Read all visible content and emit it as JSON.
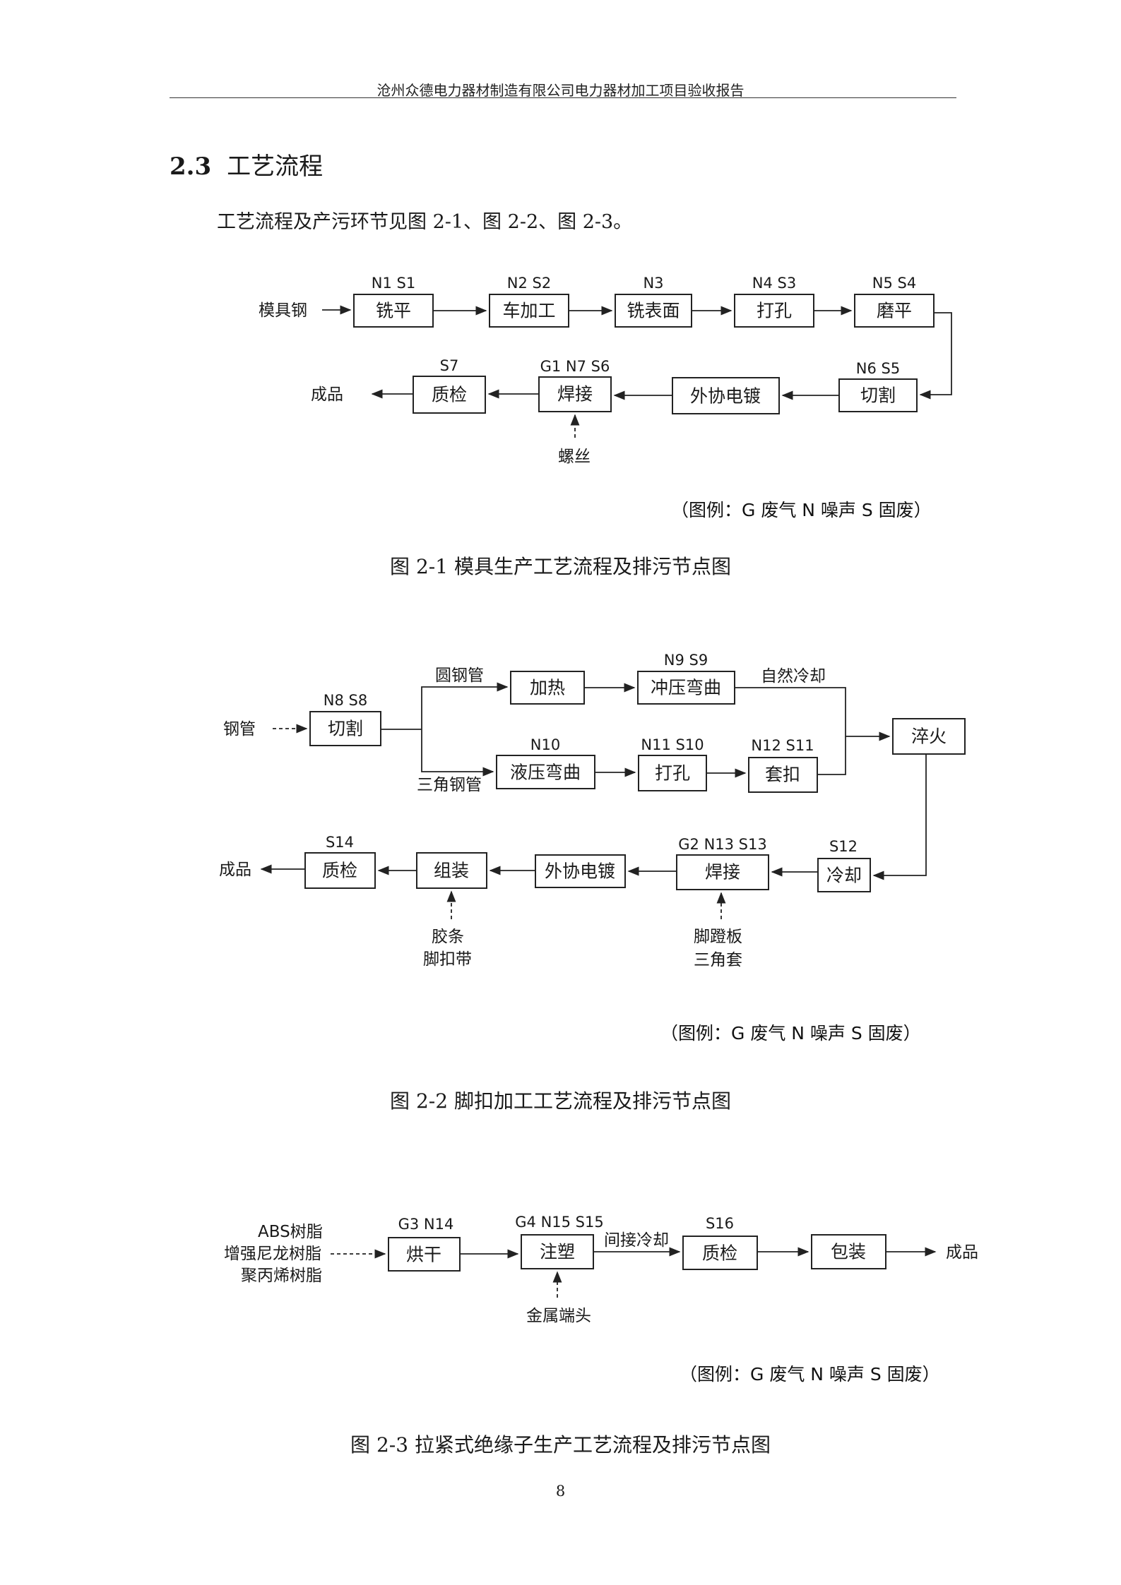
{
  "header": {
    "title": "沧州众德电力器材制造有限公司电力器材加工项目验收报告"
  },
  "section": {
    "number": "2.3",
    "title": "工艺流程"
  },
  "intro": "工艺流程及产污环节见图 2-1、图 2-2、图 2-3。",
  "figures": [
    {
      "caption": "图 2-1  模具生产工艺流程及排污节点图",
      "legend": "（图例：G 废气    N 噪声    S 固废）",
      "inputs": {
        "raw": "模具钢",
        "aux": "螺丝"
      },
      "output": "成品",
      "nodes": [
        {
          "id": "n1",
          "label": "铣平",
          "tags": "N1  S1"
        },
        {
          "id": "n2",
          "label": "车加工",
          "tags": "N2  S2"
        },
        {
          "id": "n3",
          "label": "铣表面",
          "tags": "N3"
        },
        {
          "id": "n4",
          "label": "打孔",
          "tags": "N4  S3"
        },
        {
          "id": "n5",
          "label": "磨平",
          "tags": "N5  S4"
        },
        {
          "id": "n6",
          "label": "切割",
          "tags": "N6  S5"
        },
        {
          "id": "n7",
          "label": "外协电镀",
          "tags": ""
        },
        {
          "id": "n8",
          "label": "焊接",
          "tags": "G1  N7  S6"
        },
        {
          "id": "n9",
          "label": "质检",
          "tags": "S7"
        }
      ]
    },
    {
      "caption": "图 2-2 脚扣加工工艺流程及排污节点图",
      "legend": "（图例：G 废气    N 噪声    S 固废）",
      "inputs": {
        "raw": "钢管",
        "aux1": "胶条",
        "aux2": "脚扣带",
        "aux3": "脚蹬板",
        "aux4": "三角套"
      },
      "branches": {
        "upper": "圆钢管",
        "lower": "三角钢管",
        "cooling": "自然冷却"
      },
      "output": "成品",
      "nodes": [
        {
          "id": "m1",
          "label": "切割",
          "tags": "N8 S8"
        },
        {
          "id": "m2",
          "label": "加热",
          "tags": ""
        },
        {
          "id": "m3",
          "label": "冲压弯曲",
          "tags": "N9  S9"
        },
        {
          "id": "m4",
          "label": "液压弯曲",
          "tags": "N10"
        },
        {
          "id": "m5",
          "label": "打孔",
          "tags": "N11 S10"
        },
        {
          "id": "m6",
          "label": "套扣",
          "tags": "N12 S11"
        },
        {
          "id": "m7",
          "label": "淬火",
          "tags": ""
        },
        {
          "id": "m8",
          "label": "冷却",
          "tags": "S12"
        },
        {
          "id": "m9",
          "label": "焊接",
          "tags": "G2 N13 S13"
        },
        {
          "id": "m10",
          "label": "外协电镀",
          "tags": ""
        },
        {
          "id": "m11",
          "label": "组装",
          "tags": ""
        },
        {
          "id": "m12",
          "label": "质检",
          "tags": "S14"
        }
      ]
    },
    {
      "caption": "图 2-3 拉紧式绝缘子生产工艺流程及排污节点图",
      "legend": "（图例：G 废气     N 噪声    S 固废）",
      "inputs": {
        "raw1": "ABS树脂",
        "raw2": "增强尼龙树脂",
        "raw3": "聚丙烯树脂",
        "aux": "金属端头"
      },
      "edge_label": "间接冷却",
      "output": "成品",
      "nodes": [
        {
          "id": "k1",
          "label": "烘干",
          "tags": "G3  N14"
        },
        {
          "id": "k2",
          "label": "注塑",
          "tags": "G4 N15 S15"
        },
        {
          "id": "k3",
          "label": "质检",
          "tags": "S16"
        },
        {
          "id": "k4",
          "label": "包装",
          "tags": ""
        }
      ]
    }
  ],
  "page_number": "8"
}
